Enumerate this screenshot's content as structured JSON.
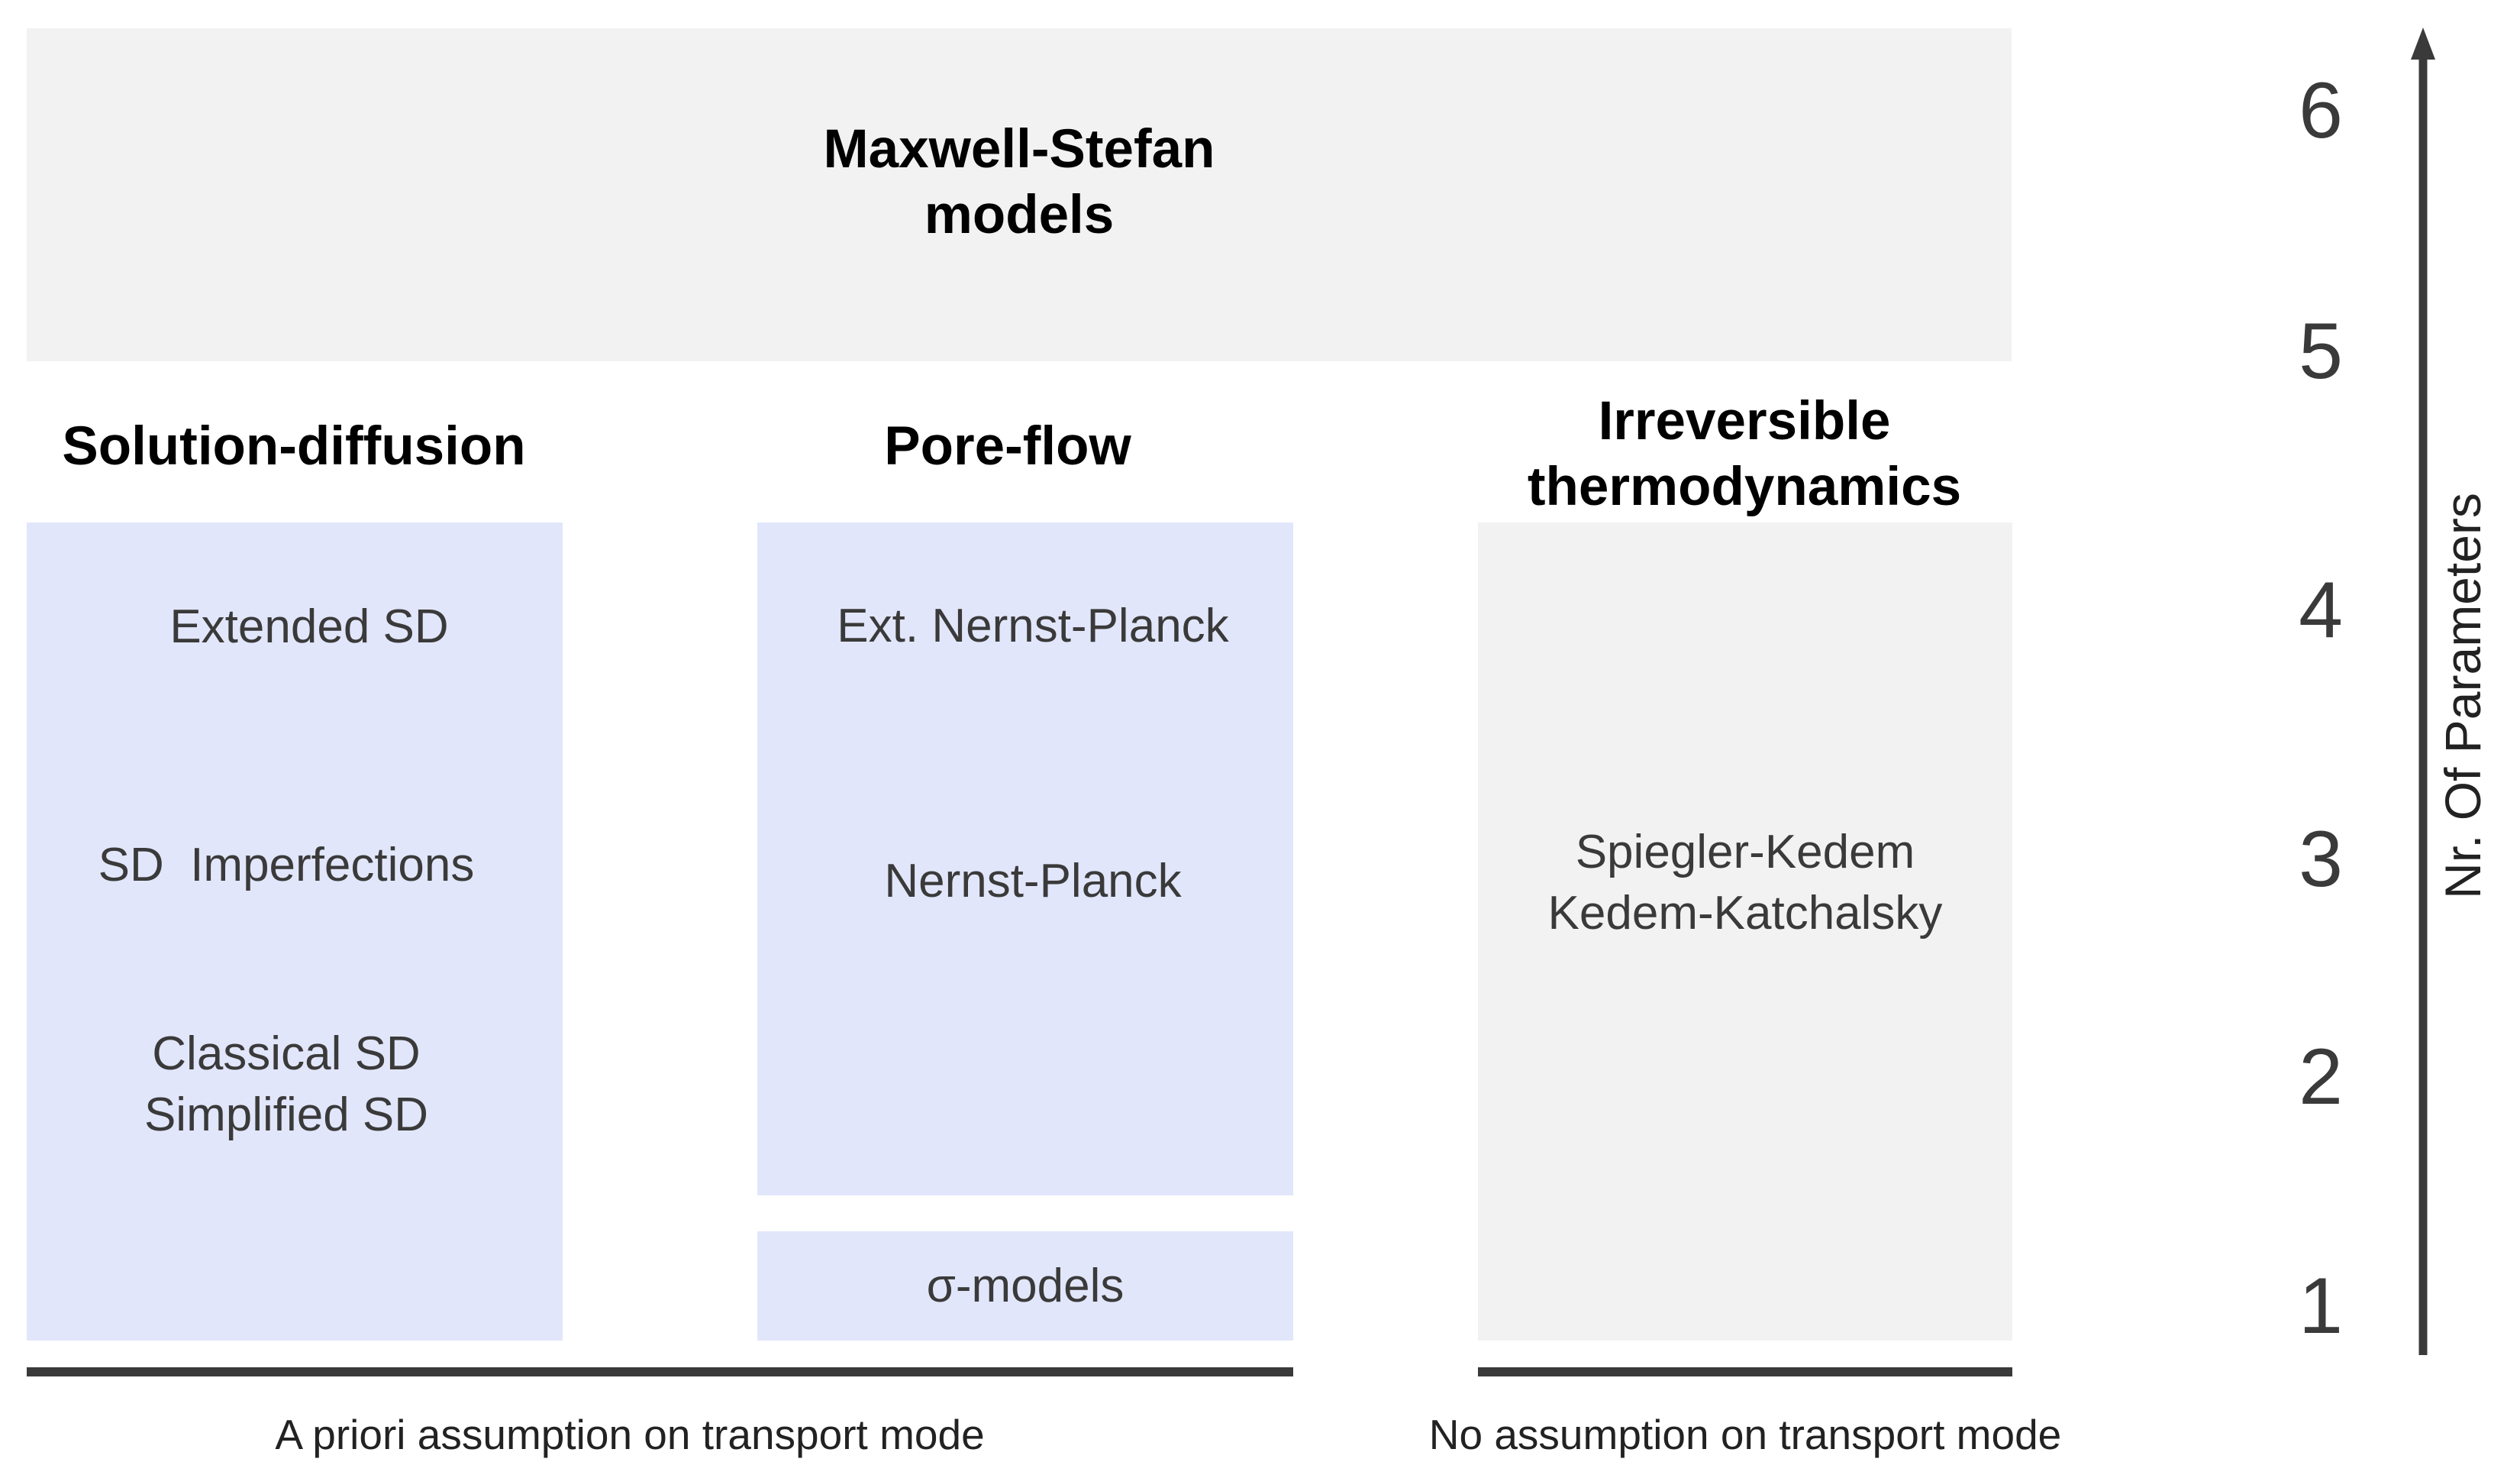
{
  "top_box": {
    "title_line1": "Maxwell-Stefan",
    "title_line2": "models"
  },
  "columns": {
    "solution_diffusion": {
      "header": "Solution-diffusion",
      "items": [
        "Extended SD",
        "SD  Imperfections",
        "Classical SD",
        "Simplified SD"
      ]
    },
    "pore_flow": {
      "header": "Pore-flow",
      "items": [
        "Ext. Nernst-Planck",
        "Nernst-Planck"
      ],
      "sigma_box": "σ-models"
    },
    "irreversible": {
      "header_line1": "Irreversible",
      "header_line2": "thermodynamics",
      "items": [
        "Spiegler-Kedem",
        "Kedem-Katchalsky"
      ]
    }
  },
  "captions": {
    "left": "A priori assumption on transport mode",
    "right": "No assumption on transport mode"
  },
  "axis": {
    "label": "Nr. Of Parameters",
    "ticks": [
      "6",
      "5",
      "4",
      "3",
      "2",
      "1"
    ]
  },
  "colors": {
    "gray_box": "#f2f2f2",
    "blue_box": "#e2e6fb",
    "line": "#3a3a3a"
  }
}
